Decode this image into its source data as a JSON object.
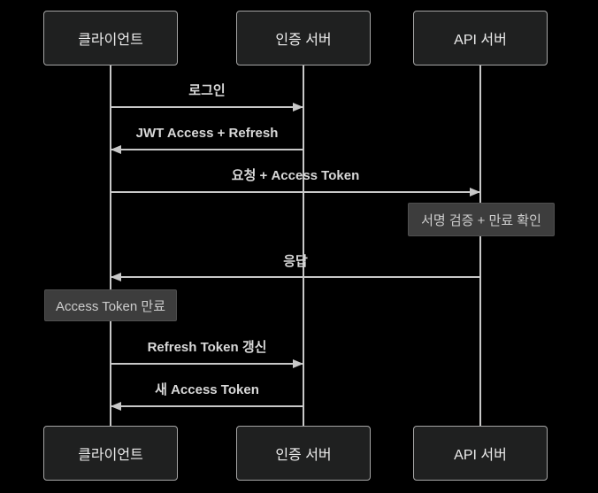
{
  "diagram": {
    "type": "sequence-diagram",
    "theme": "dark",
    "actors": [
      {
        "id": "client",
        "label": "클라이언트"
      },
      {
        "id": "auth-server",
        "label": "인증 서버"
      },
      {
        "id": "api-server",
        "label": "API 서버"
      }
    ],
    "messages": [
      {
        "label": "로그인",
        "from": "클라이언트",
        "to": "인증 서버",
        "direction": "right",
        "line_style": "solid"
      },
      {
        "label": "JWT Access + Refresh",
        "from": "인증 서버",
        "to": "클라이언트",
        "direction": "left",
        "line_style": "solid"
      },
      {
        "label": "요청 + Access Token",
        "from": "클라이언트",
        "to": "API 서버",
        "direction": "right",
        "line_style": "solid"
      },
      {
        "label": "응답",
        "from": "API 서버",
        "to": "클라이언트",
        "direction": "left",
        "line_style": "solid"
      },
      {
        "label": "Refresh Token 갱신",
        "from": "클라이언트",
        "to": "인증 서버",
        "direction": "right",
        "line_style": "solid"
      },
      {
        "label": "새 Access Token",
        "from": "인증 서버",
        "to": "클라이언트",
        "direction": "left",
        "line_style": "solid"
      }
    ],
    "notes": [
      {
        "label": "서명 검증 + 만료 확인",
        "over": "API 서버"
      },
      {
        "label": "Access Token 만료",
        "over": "클라이언트"
      }
    ],
    "colors": {
      "background": "#000000",
      "actor_fill": "#1f2020",
      "actor_border": "#a5a5a5",
      "actor_text": "#ececec",
      "line": "#c8c8c8",
      "message_text": "#d9d9d9",
      "note_fill": "#3d3d3d",
      "note_border": "#4f4f4f",
      "note_text": "#cdcdcd"
    }
  }
}
